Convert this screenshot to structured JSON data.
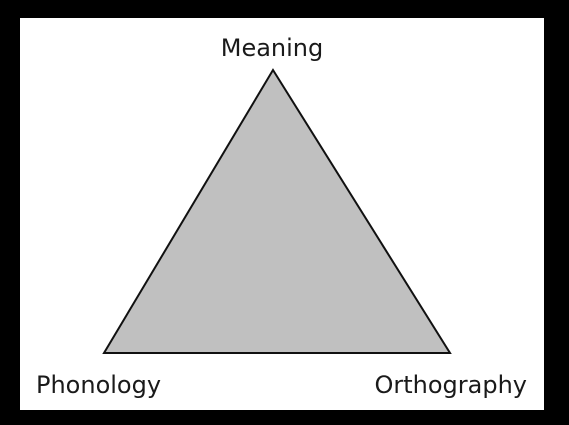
{
  "diagram": {
    "nodes": {
      "top": "Meaning",
      "bottom_left": "Phonology",
      "bottom_right": "Orthography"
    },
    "colors": {
      "background": "#000000",
      "panel": "#ffffff",
      "triangle_fill": "#c0c0c0",
      "triangle_stroke": "#111111",
      "text": "#1a1a1a"
    }
  }
}
